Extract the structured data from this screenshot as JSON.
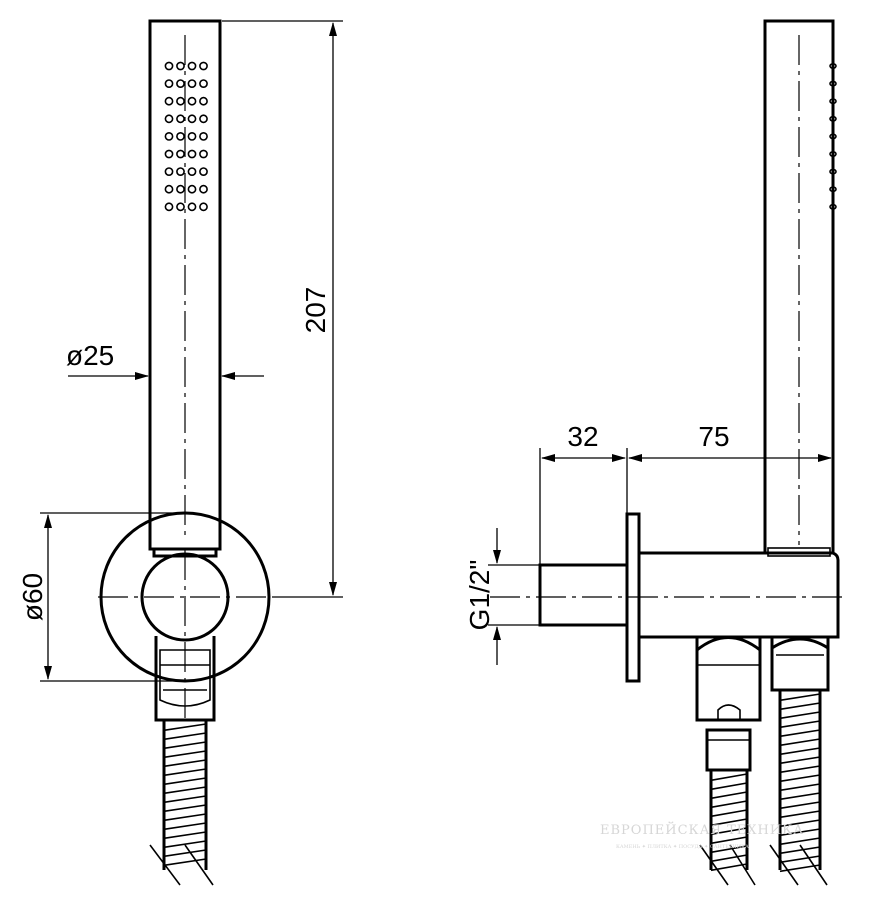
{
  "front_view": {
    "dim_length": "207",
    "dim_handle_diameter": "ø25",
    "dim_plate_diameter": "ø60"
  },
  "side_view": {
    "dim_inlet_length": "32",
    "dim_projection": "75",
    "dim_thread": "G1/2\""
  },
  "watermark": {
    "text": "ЕВРОПЕЙСКАЯ ТЕХНИКА",
    "subtext": "КАМЕНЬ ✦ ПЛИТКА ✦ ПОСУДА ✦ САНТЕХНИКА"
  }
}
